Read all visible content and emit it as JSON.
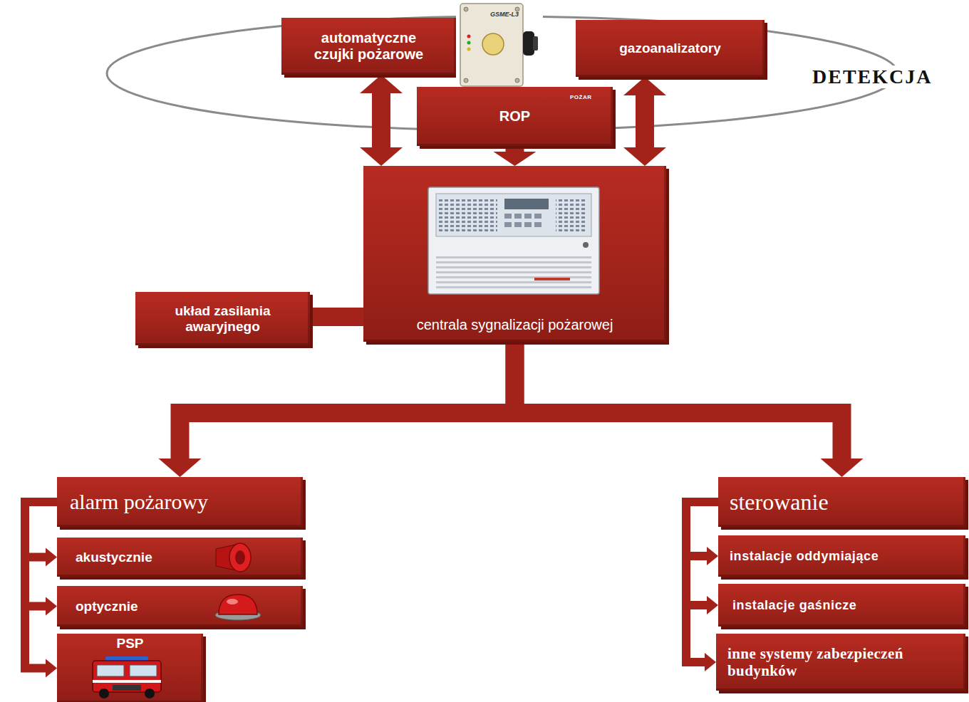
{
  "diagram": {
    "nodes": [
      {
        "text": [
          "automatyczne czujki pożarowe"
        ]
      },
      {
        "text": [
          "gazoanalizatory"
        ]
      },
      {
        "text": [
          "ROP"
        ]
      },
      {
        "text": [
          "centrala sygnalizacji pożarowej"
        ]
      },
      {
        "text": [
          "układ zasilania awaryjnego"
        ]
      },
      {
        "text": [
          "alarm pożarowy"
        ]
      },
      {
        "text": [
          "akustycznie"
        ]
      },
      {
        "text": [
          "optycznie"
        ]
      },
      {
        "text": [
          "PSP"
        ]
      },
      {
        "text": [
          "sterowanie"
        ]
      },
      {
        "text": [
          "instalacje oddymiające"
        ]
      },
      {
        "text": [
          "instalacje gaśnicze"
        ]
      },
      {
        "text": [
          "inne systemy zabezpieczeń budynków"
        ]
      }
    ],
    "edges": [
      {
        "from": 0,
        "to": 3,
        "arrow": "both"
      },
      {
        "from": 1,
        "to": 3,
        "arrow": "both"
      },
      {
        "from": 2,
        "to": 3,
        "arrow": "to"
      },
      {
        "from": 4,
        "to": 3,
        "arrow": "none"
      },
      {
        "from": 3,
        "to": 5,
        "arrow": "to"
      },
      {
        "from": 3,
        "to": 9,
        "arrow": "to"
      },
      {
        "from": 5,
        "to": 6,
        "arrow": "to"
      },
      {
        "from": 5,
        "to": 7,
        "arrow": "to"
      },
      {
        "from": 5,
        "to": 8,
        "arrow": "to"
      },
      {
        "from": 9,
        "to": 10,
        "arrow": "to"
      },
      {
        "from": 9,
        "to": 11,
        "arrow": "to"
      },
      {
        "from": 9,
        "to": 12,
        "arrow": "to"
      }
    ],
    "labels": [
      "DETEKCJA",
      "GSME-L3",
      "POŻAR"
    ]
  }
}
